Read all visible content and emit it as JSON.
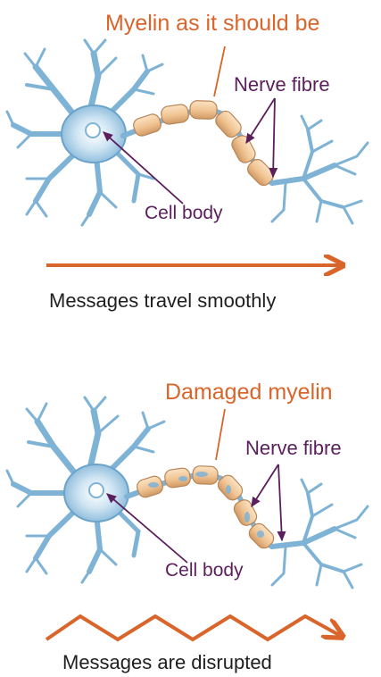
{
  "top": {
    "title": "Myelin as it should be",
    "nerve_label": "Nerve fibre",
    "cell_label": "Cell body",
    "caption": "Messages travel smoothly"
  },
  "bottom": {
    "title": "Damaged myelin",
    "nerve_label": "Nerve fibre",
    "cell_label": "Cell body",
    "caption": "Messages are disrupted"
  },
  "colors": {
    "orange": "#d9652b",
    "purple": "#5a1f5c",
    "neuron": "#7fb3d6",
    "myelin": "#f0c89a"
  }
}
